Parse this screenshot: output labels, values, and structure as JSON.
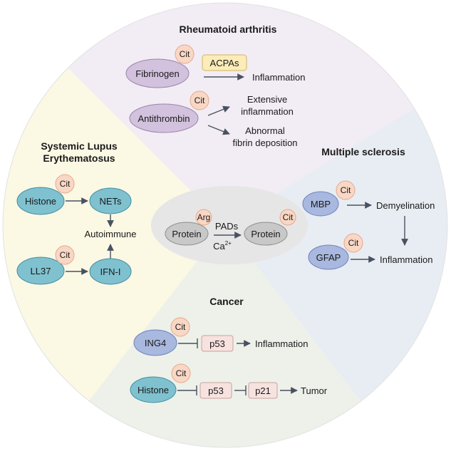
{
  "colors": {
    "ra_sector": "#f2ecf4",
    "ms_sector": "#e8edf3",
    "cancer_sector": "#edf1e9",
    "sle_sector": "#fbf8e4",
    "center": "#e6e6e6",
    "purple_node": "#d2c2dd",
    "purple_stroke": "#9b84ad",
    "teal_node": "#7fc1cf",
    "teal_stroke": "#3f8fa3",
    "blue_node": "#a8b8de",
    "blue_stroke": "#6e82bb",
    "cit_fill": "#f9d7c5",
    "cit_stroke": "#e5a88b",
    "grey_node": "#c8c8c8",
    "grey_stroke": "#8e8e8e",
    "acpas_fill": "#fbecb9",
    "acpas_stroke": "#d4b45f",
    "p_box_fill": "#f7e2e0",
    "p_box_stroke": "#c9a19d"
  },
  "ra": {
    "title": "Rheumatoid arthritis",
    "fibrinogen": "Fibrinogen",
    "fibrinogen_cit": "Cit",
    "acpas": "ACPAs",
    "inflammation": "Inflammation",
    "antithrombin": "Antithrombin",
    "antithrombin_cit": "Cit",
    "extensive_1": "Extensive",
    "extensive_2": "inflammation",
    "abnormal_1": "Abnormal",
    "abnormal_2": "fibrin deposition"
  },
  "sle": {
    "title_1": "Systemic Lupus",
    "title_2": "Erythematosus",
    "histone": "Histone",
    "histone_cit": "Cit",
    "nets": "NETs",
    "autoimmune": "Autoimmune",
    "ll37": "LL37",
    "ll37_cit": "Cit",
    "ifn": "IFN-I"
  },
  "center": {
    "protein_left": "Protein",
    "arg": "Arg",
    "pads": "PADs",
    "ca": "Ca",
    "ca_sup": "2+",
    "protein_right": "Protein",
    "cit": "Cit"
  },
  "ms": {
    "title": "Multiple sclerosis",
    "mbp": "MBP",
    "mbp_cit": "Cit",
    "demyelination": "Demyelination",
    "gfap": "GFAP",
    "gfap_cit": "Cit",
    "inflammation": "Inflammation"
  },
  "cancer": {
    "title": "Cancer",
    "ing4": "ING4",
    "ing4_cit": "Cit",
    "p53_a": "p53",
    "inflammation": "Inflammation",
    "histone": "Histone",
    "histone_cit": "Cit",
    "p53_b": "p53",
    "p21": "p21",
    "tumor": "Tumor"
  }
}
